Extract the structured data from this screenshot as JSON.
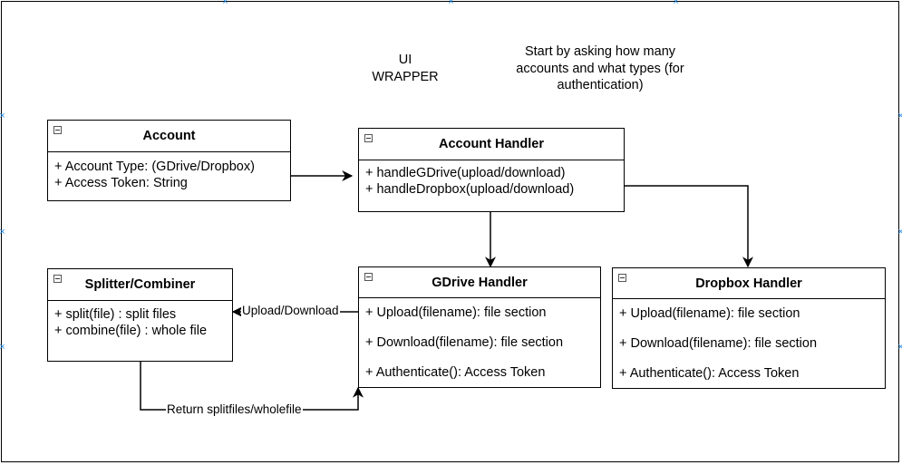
{
  "notes": {
    "ui_wrapper": [
      "UI",
      "WRAPPER"
    ],
    "start_note": [
      "Start by asking how many",
      "accounts and what types (for",
      "authentication)"
    ]
  },
  "boxes": {
    "account": {
      "title": "Account",
      "members": [
        "+ Account Type: (GDrive/Dropbox)",
        "+ Access Token: String"
      ]
    },
    "account_handler": {
      "title": "Account Handler",
      "members": [
        "+ handleGDrive(upload/download)",
        "+ handleDropbox(upload/download)"
      ]
    },
    "splitter": {
      "title": "Splitter/Combiner",
      "members": [
        "+ split(file) : split files",
        "+ combine(file) : whole file"
      ]
    },
    "gdrive": {
      "title": "GDrive Handler",
      "members": [
        "+ Upload(filename): file section",
        "+ Download(filename): file section",
        "+ Authenticate(): Access Token"
      ]
    },
    "dropbox": {
      "title": "Dropbox Handler",
      "members": [
        "+ Upload(filename): file section",
        "+ Download(filename): file section",
        "+ Authenticate(): Access Token"
      ]
    }
  },
  "edge_labels": {
    "upload_download": "Upload/Download",
    "return": "Return splitfiles/wholefile"
  },
  "colors": {
    "stroke": "#000000",
    "selection_handle": "#1e88e5"
  }
}
